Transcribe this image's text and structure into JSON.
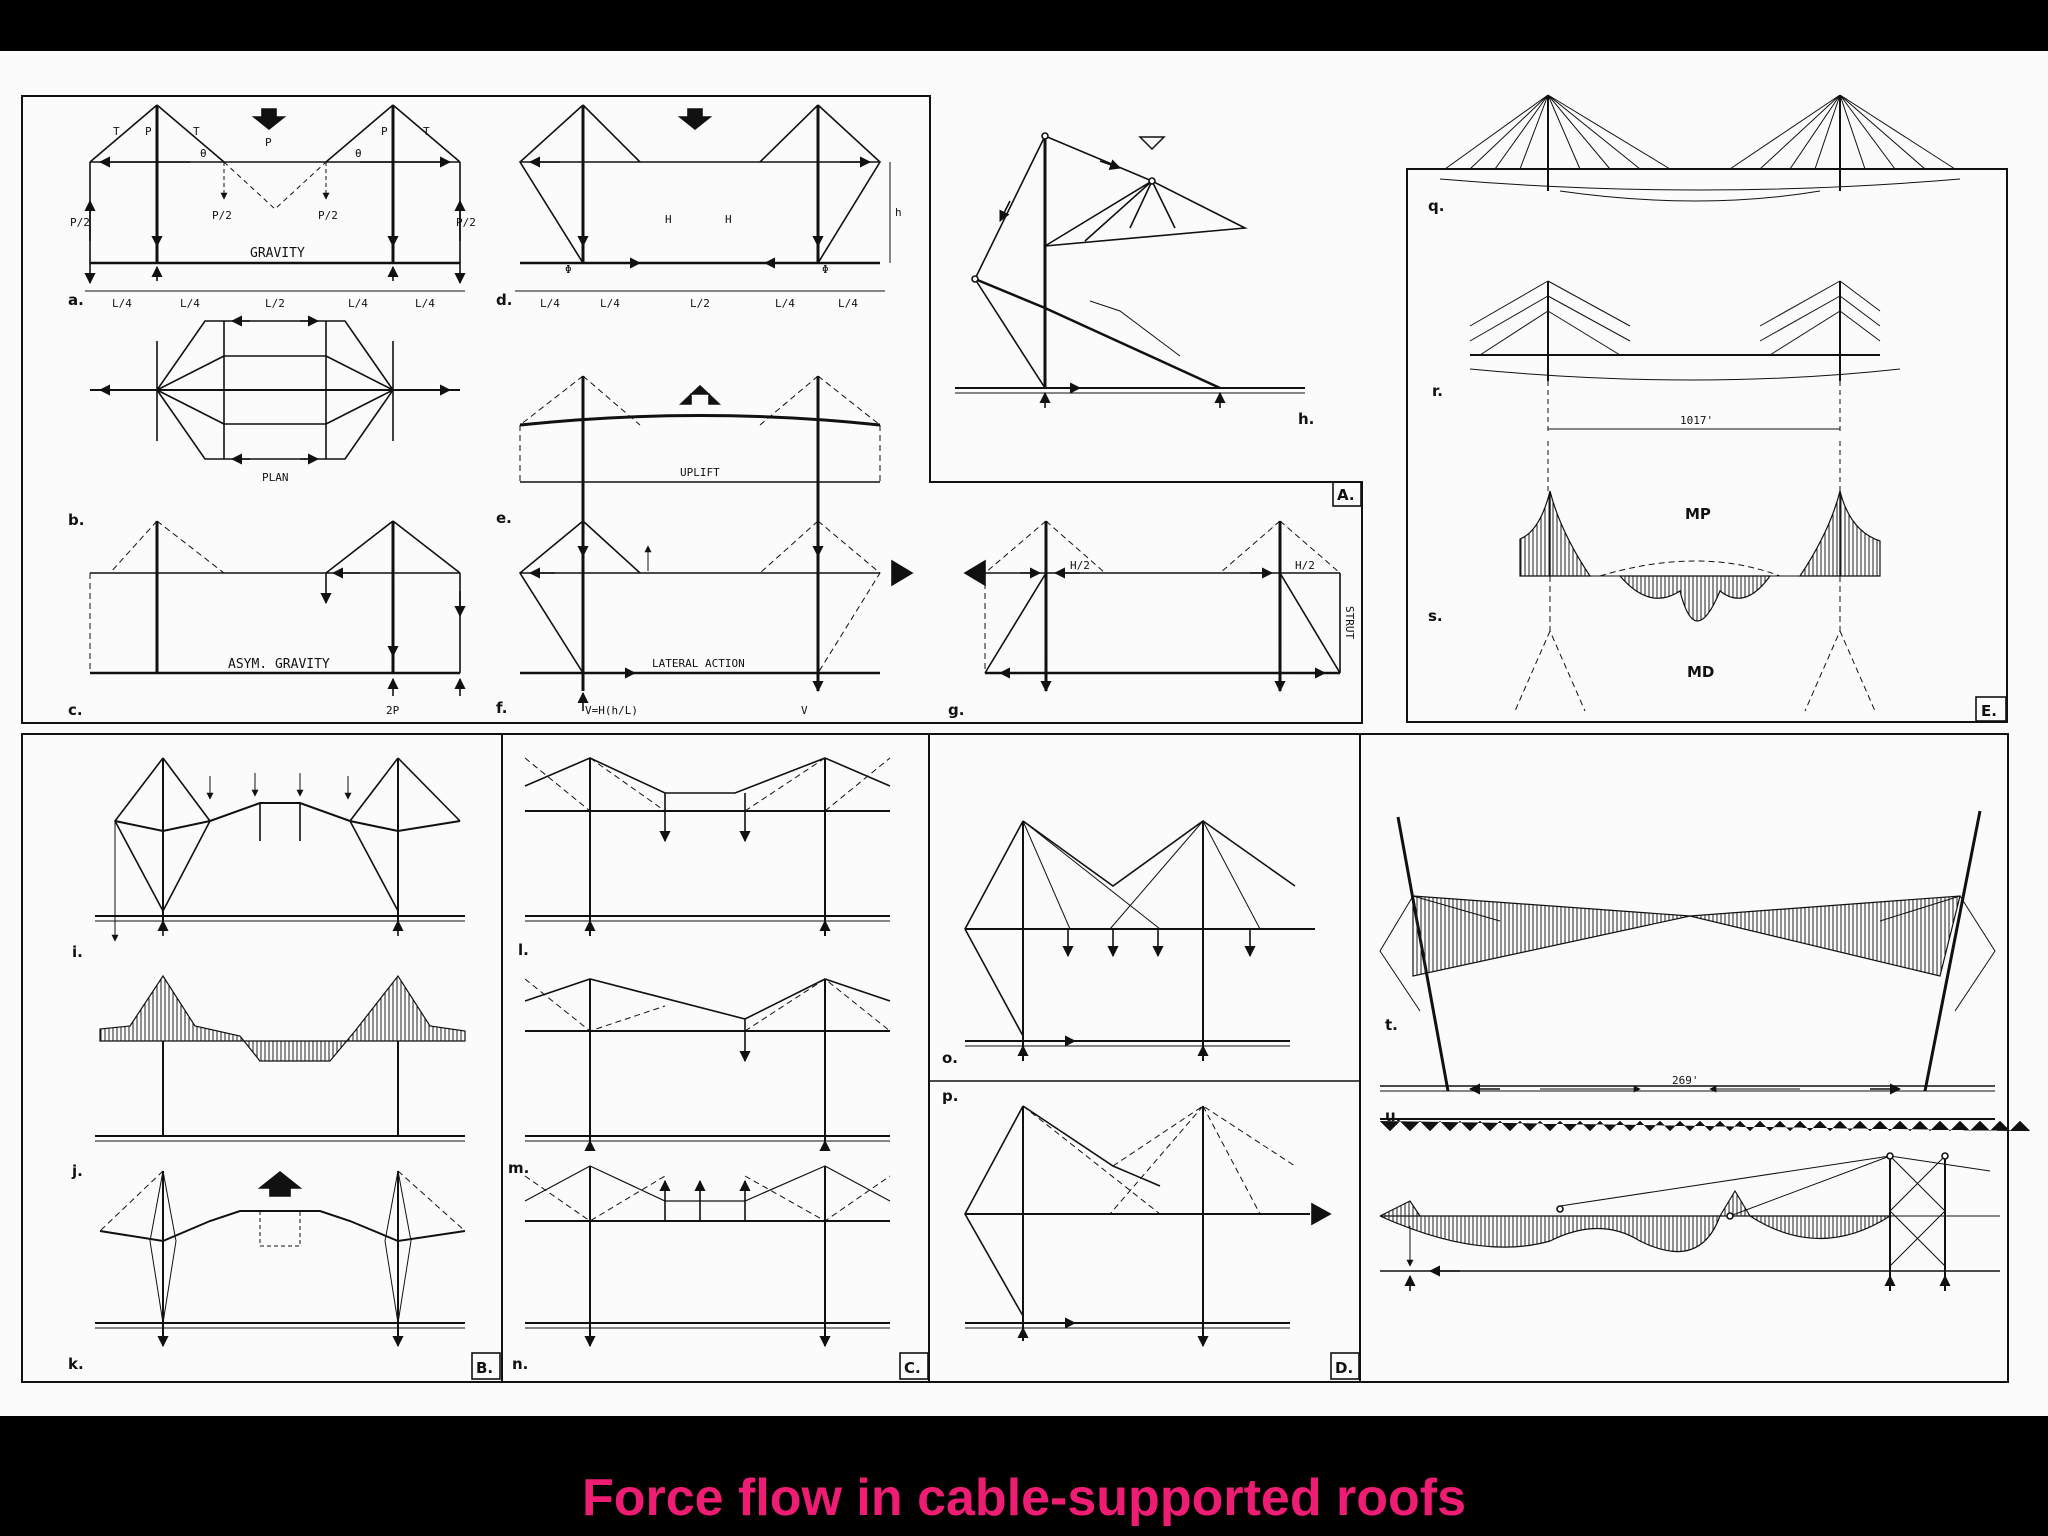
{
  "caption": "Force flow in cable-supported roofs",
  "panels": {
    "A": "A.",
    "B": "B.",
    "C": "C.",
    "D": "D.",
    "E": "E."
  },
  "sublabels": {
    "a": "a.",
    "b": "b.",
    "c": "c.",
    "d": "d.",
    "e": "e.",
    "f": "f.",
    "g": "g.",
    "h": "h.",
    "i": "i.",
    "j": "j.",
    "k": "k.",
    "l": "l.",
    "m": "m.",
    "n": "n.",
    "o": "o.",
    "p": "p.",
    "q": "q.",
    "r": "r.",
    "s": "s.",
    "t": "t.",
    "u": "u."
  },
  "annotations": {
    "gravity": "GRAVITY",
    "plan": "PLAN",
    "asym_gravity": "ASYM. GRAVITY",
    "uplift": "UPLIFT",
    "lateral_action": "LATERAL ACTION",
    "strut": "STRUT",
    "span_1017": "1017'",
    "span_269": "269'",
    "moment_p": "MP",
    "moment_d": "MD",
    "T": "T",
    "P": "P",
    "P2": "P/2",
    "H": "H",
    "H2": "H/2",
    "h": "h",
    "theta": "θ",
    "phi": "Φ",
    "L4": "L/4",
    "L2": "L/2",
    "twoP": "2P",
    "V": "V",
    "vhl": "V=H(h/L)"
  }
}
